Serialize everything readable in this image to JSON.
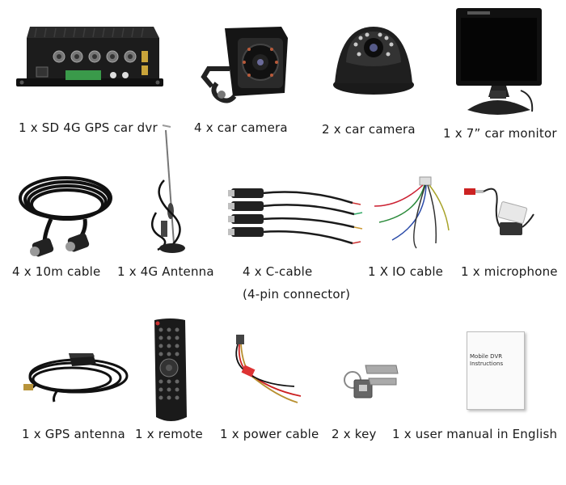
{
  "items": [
    {
      "label": "1 x SD 4G GPS car dvr"
    },
    {
      "label": "4 x car camera"
    },
    {
      "label": "2 x car camera"
    },
    {
      "label": "1 x 7” car monitor"
    },
    {
      "label": "4 x 10m cable"
    },
    {
      "label": "1 x 4G Antenna"
    },
    {
      "label": "4 x C-cable",
      "sublabel": "(4-pin connector)"
    },
    {
      "label": "1 X IO cable"
    },
    {
      "label": "1 x microphone"
    },
    {
      "label": "1 x GPS antenna"
    },
    {
      "label": "1 x remote"
    },
    {
      "label": "1 x power cable"
    },
    {
      "label": "2 x key"
    },
    {
      "label": "1 x user manual in English",
      "manual_cover_text": "Mobile DVR Instructions"
    }
  ]
}
